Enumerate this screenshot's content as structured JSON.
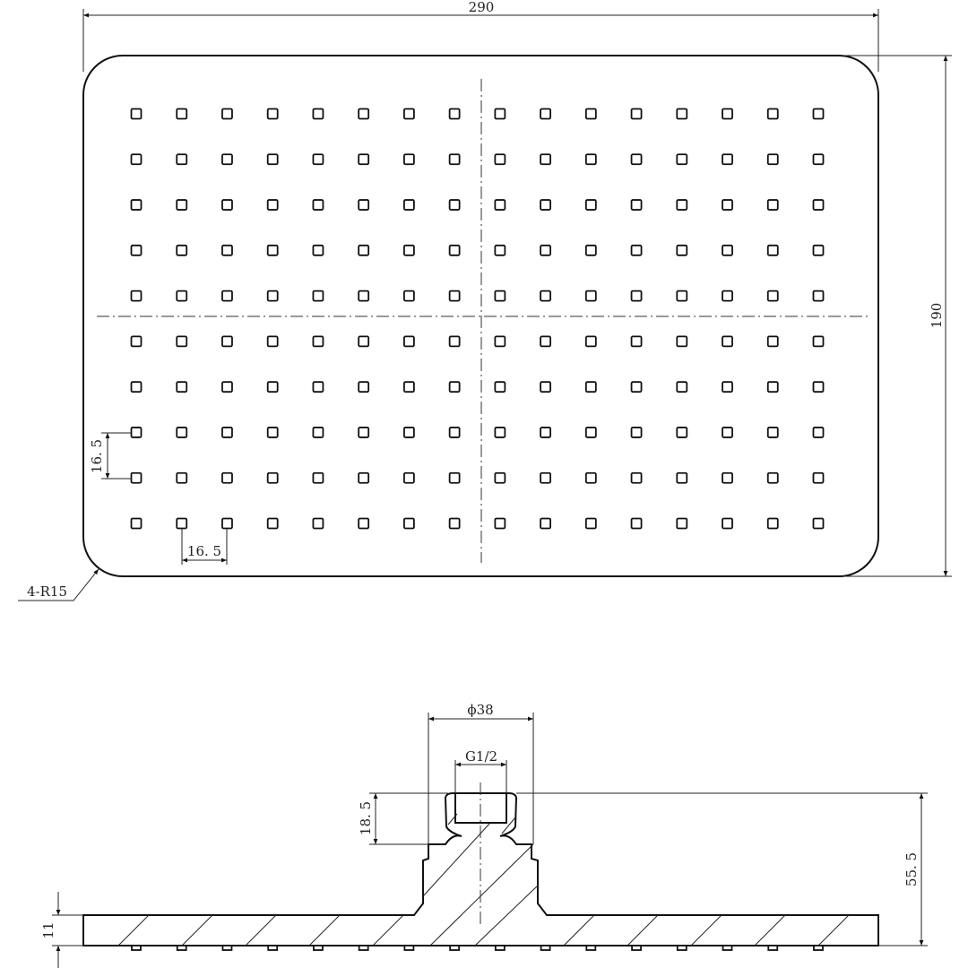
{
  "drawing": {
    "top_view": {
      "width_label": "290",
      "height_label": "190",
      "pitch_vertical_label": "16. 5",
      "pitch_horizontal_label": "16. 5",
      "corner_label": "4-R15",
      "hole_rows": 10,
      "hole_columns": 16
    },
    "side_view": {
      "diameter_label": "ϕ38",
      "thread_label": "G1/2",
      "connector_height_label": "18. 5",
      "total_height_label": "55. 5",
      "plate_thickness_label": "11"
    },
    "colors": {
      "line": "#111111",
      "background": "#ffffff"
    }
  }
}
